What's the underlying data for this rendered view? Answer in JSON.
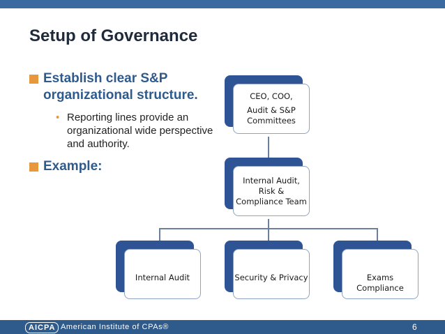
{
  "slide": {
    "title": "Setup of Governance",
    "bullets": [
      "Establish clear S&P organizational structure.",
      "Example:"
    ],
    "sub_bullet": {
      "marker": "•",
      "text": "Reporting lines provide an organizational wide perspective and authority."
    }
  },
  "org_chart": {
    "top": {
      "line1": "CEO, COO,",
      "line2": "Audit & S&P Committees"
    },
    "middle": "Internal Audit, Risk & Compliance Team",
    "leaves": [
      "Internal Audit",
      "Security & Privacy",
      "Exams Compliance"
    ]
  },
  "footer": {
    "logo": "AICPA",
    "organization": "American Institute of CPAs®",
    "page_number": "6"
  },
  "colors": {
    "accent_bar": "#3b6aa0",
    "node_shade": "#2f5495",
    "bullet_square": "#e8973c",
    "footer": "#2f5a8c"
  }
}
